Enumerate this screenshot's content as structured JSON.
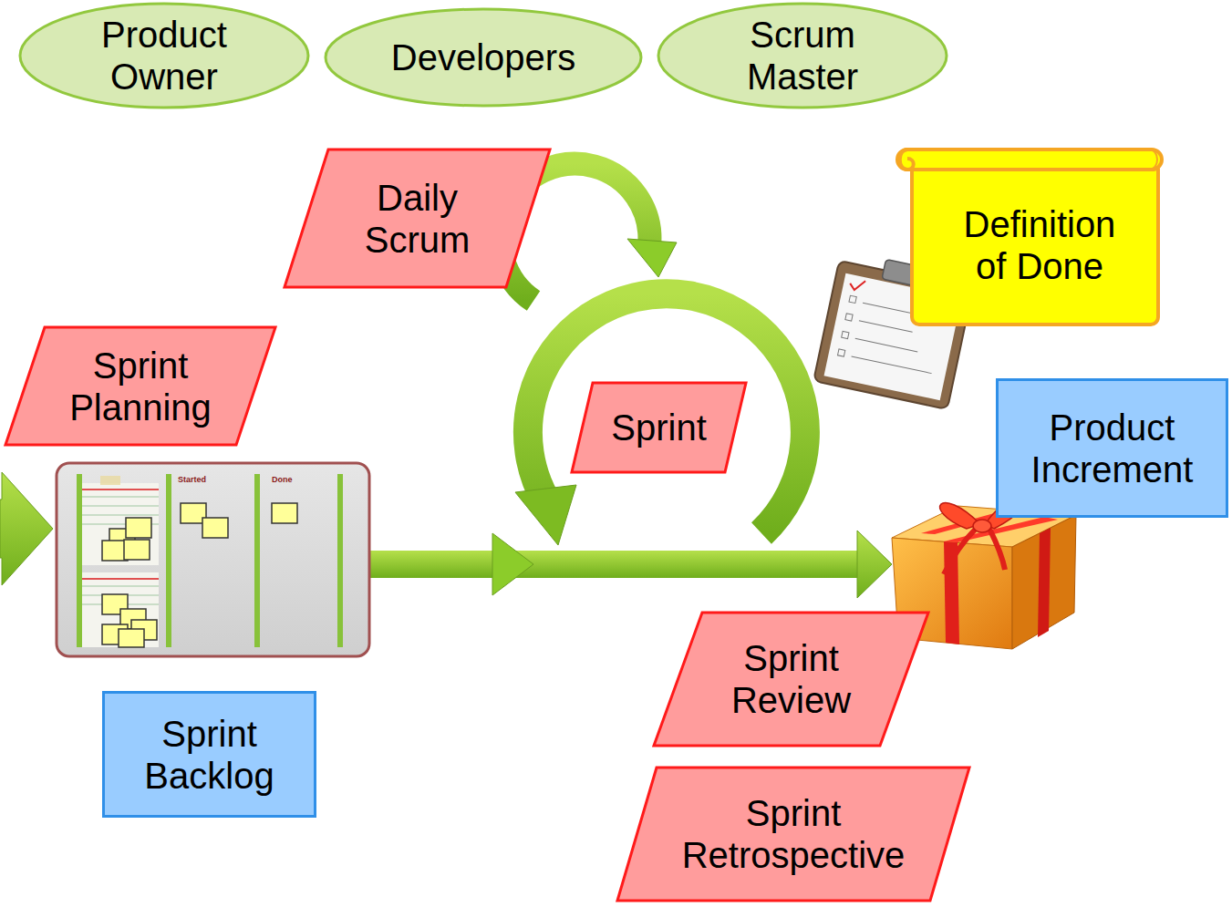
{
  "diagram": {
    "nodes": [
      {
        "text": [
          "Product Owner"
        ]
      },
      {
        "text": [
          "Developers"
        ]
      },
      {
        "text": [
          "Scrum Master"
        ]
      },
      {
        "text": [
          "Daily Scrum"
        ]
      },
      {
        "text": [
          "Definition of Done"
        ]
      },
      {
        "text": [
          "Sprint Planning"
        ]
      },
      {
        "text": [
          "Sprint"
        ]
      },
      {
        "text": [
          "Product Increment"
        ]
      },
      {
        "text": [
          "Sprint Backlog"
        ]
      },
      {
        "text": [
          "Sprint Review"
        ]
      },
      {
        "text": [
          "Sprint Retrospective"
        ]
      }
    ],
    "labels": [
      "Started",
      "Done"
    ]
  }
}
